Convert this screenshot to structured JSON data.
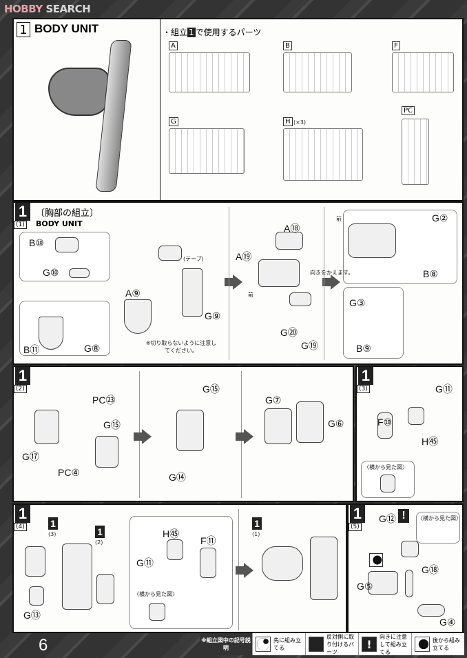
{
  "header": {
    "brand_prefix": "HOBBY",
    "brand_suffix": "SEARCH"
  },
  "top": {
    "step": "1",
    "title": "BODY UNIT",
    "parts_heading_pre": "・組立",
    "parts_heading_num": "1",
    "parts_heading_post": "で使用するパーツ",
    "runners": [
      "A",
      "B",
      "F",
      "G",
      "H",
      "PC"
    ],
    "h_count": "(×3)"
  },
  "step1_1": {
    "step": "1",
    "sub": "(1)",
    "title": "〔胸部の組立〕",
    "subtitle": "BODY UNIT",
    "labels": [
      "B⑩",
      "G⑩",
      "B⑪",
      "G⑧",
      "A⑨",
      "G⑨",
      "A⑱",
      "A⑲",
      "G⑳",
      "G⑲",
      "G②",
      "B⑧",
      "G③",
      "B⑨"
    ],
    "note": "※切り取らないように注意してください。",
    "turn": "向きをかえます。",
    "front": "前",
    "front2": "前",
    "tape": "(テープ)"
  },
  "step1_2": {
    "step": "1",
    "sub": "(2)",
    "labels": [
      "PC㉓",
      "G⑮",
      "G⑰",
      "PC④",
      "G⑮",
      "G⑭",
      "G⑦",
      "G⑥"
    ]
  },
  "step1_3": {
    "step": "1",
    "sub": "(3)",
    "labels": [
      "G⑪",
      "F⑩",
      "H㊺"
    ],
    "side_view": "〈横から見た図〉"
  },
  "step1_4": {
    "step": "1",
    "sub": "(4)",
    "labels": [
      "H㊺",
      "F⑪",
      "G⑪",
      "G⑬"
    ],
    "side_view": "〈横から見た図〉",
    "ref3": "(3)",
    "ref2": "(2)",
    "ref1": "(1)",
    "refnum": "1"
  },
  "step1_5": {
    "step": "1",
    "sub": "(5)",
    "labels": [
      "G⑫",
      "G⑱",
      "G⑤",
      "G④"
    ],
    "side_view": "〈横から見た図〉",
    "caution": "!"
  },
  "footer": {
    "page": "6",
    "legend_title": "※組立図中の記号説明",
    "legend": [
      {
        "icon": "assemble-first-icon",
        "text": "先に組み立てる"
      },
      {
        "icon": "opposite-side-icon",
        "text": "反対側に取り付けるパーツ"
      },
      {
        "icon": "caution-icon",
        "text": "向きに注意して組み立てる"
      },
      {
        "icon": "assemble-later-icon",
        "text": "後から組み立てる"
      }
    ]
  }
}
